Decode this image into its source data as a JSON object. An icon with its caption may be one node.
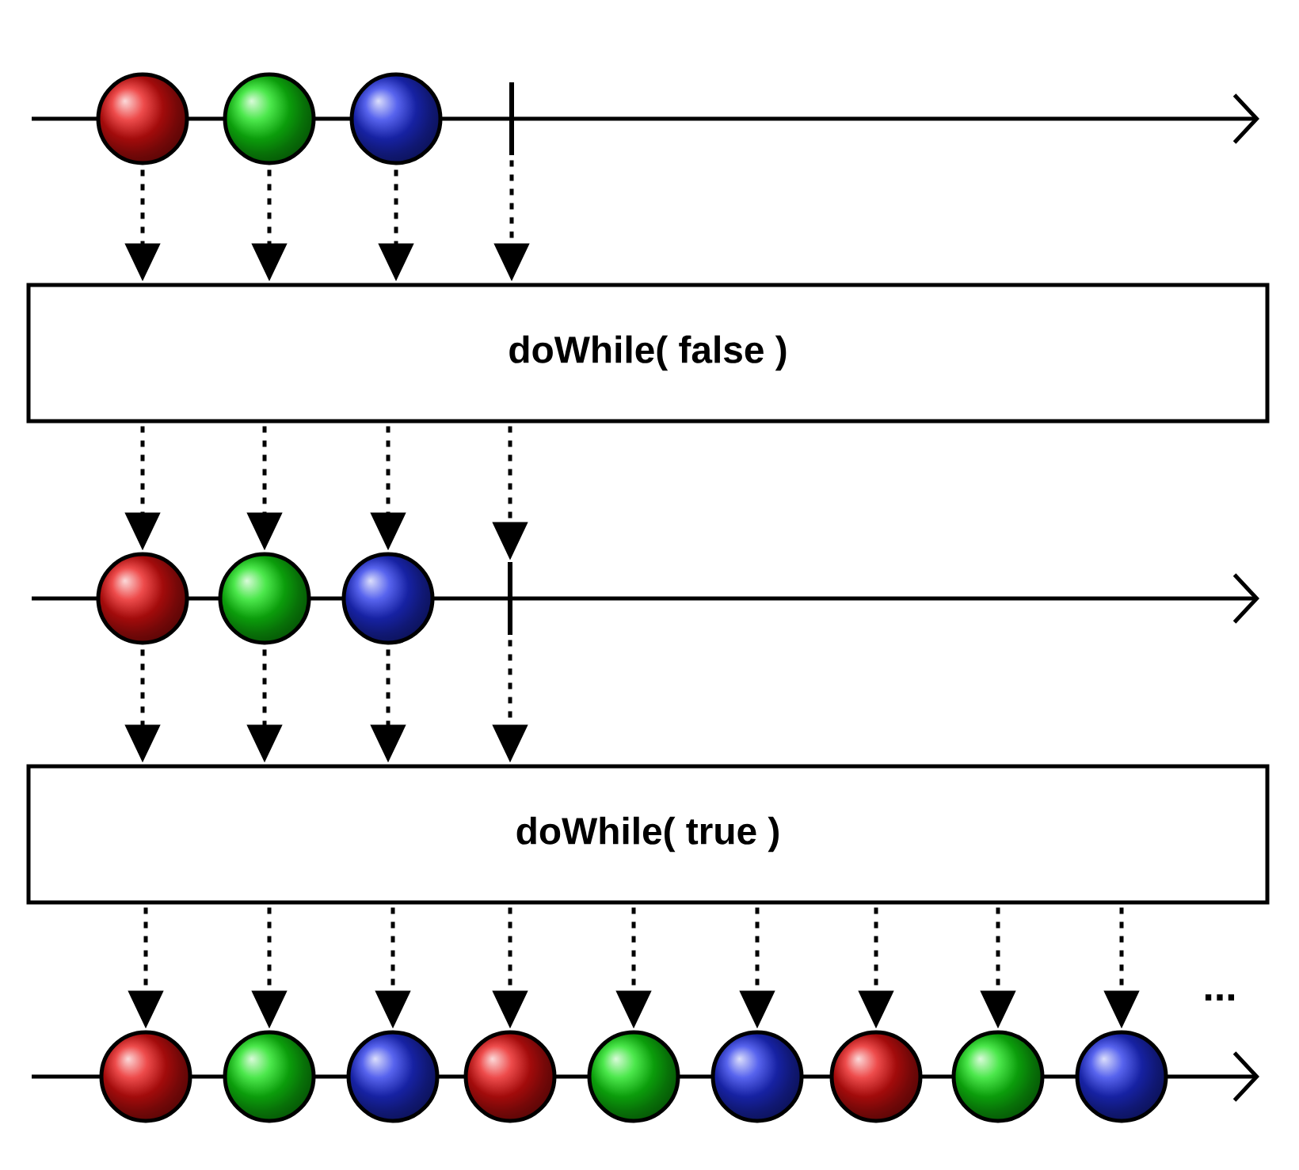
{
  "diagram": {
    "nodes": [
      {
        "text": [],
        "shape": "circle"
      },
      {
        "text": [],
        "shape": "circle"
      },
      {
        "text": [],
        "shape": "circle"
      },
      {
        "text": [],
        "shape": "bar"
      },
      {
        "text": [
          "doWhile( false )"
        ]
      },
      {
        "text": [],
        "shape": "circle"
      },
      {
        "text": [],
        "shape": "circle"
      },
      {
        "text": [],
        "shape": "circle"
      },
      {
        "text": [],
        "shape": "bar"
      },
      {
        "text": [
          "doWhile( true )"
        ]
      },
      {
        "text": [],
        "shape": "circle"
      },
      {
        "text": [],
        "shape": "circle"
      },
      {
        "text": [],
        "shape": "circle"
      },
      {
        "text": [],
        "shape": "circle"
      },
      {
        "text": [],
        "shape": "circle"
      },
      {
        "text": [],
        "shape": "circle"
      },
      {
        "text": [],
        "shape": "circle"
      },
      {
        "text": [],
        "shape": "circle"
      },
      {
        "text": [],
        "shape": "circle"
      }
    ],
    "edges": [
      {
        "from": 0,
        "to": 4,
        "arrow": "to",
        "style": "dashed"
      },
      {
        "from": 1,
        "to": 4,
        "arrow": "to",
        "style": "dashed"
      },
      {
        "from": 2,
        "to": 4,
        "arrow": "to",
        "style": "dashed"
      },
      {
        "from": 3,
        "to": 4,
        "arrow": "to",
        "style": "dashed"
      },
      {
        "from": 4,
        "to": 5,
        "arrow": "to",
        "style": "dashed"
      },
      {
        "from": 4,
        "to": 6,
        "arrow": "to",
        "style": "dashed"
      },
      {
        "from": 4,
        "to": 7,
        "arrow": "to",
        "style": "dashed"
      },
      {
        "from": 4,
        "to": 8,
        "arrow": "to",
        "style": "dashed"
      },
      {
        "from": 5,
        "to": 9,
        "arrow": "to",
        "style": "dashed"
      },
      {
        "from": 6,
        "to": 9,
        "arrow": "to",
        "style": "dashed"
      },
      {
        "from": 7,
        "to": 9,
        "arrow": "to",
        "style": "dashed"
      },
      {
        "from": 8,
        "to": 9,
        "arrow": "to",
        "style": "dashed"
      },
      {
        "from": 9,
        "to": 10,
        "arrow": "to",
        "style": "dashed"
      },
      {
        "from": 9,
        "to": 11,
        "arrow": "to",
        "style": "dashed"
      },
      {
        "from": 9,
        "to": 12,
        "arrow": "to",
        "style": "dashed"
      },
      {
        "from": 9,
        "to": 13,
        "arrow": "to",
        "style": "dashed"
      },
      {
        "from": 9,
        "to": 14,
        "arrow": "to",
        "style": "dashed"
      },
      {
        "from": 9,
        "to": 15,
        "arrow": "to",
        "style": "dashed"
      },
      {
        "from": 9,
        "to": 16,
        "arrow": "to",
        "style": "dashed"
      },
      {
        "from": 9,
        "to": 17,
        "arrow": "to",
        "style": "dashed"
      },
      {
        "from": 9,
        "to": 18,
        "arrow": "to",
        "style": "dashed"
      }
    ],
    "labels": [
      "..."
    ]
  }
}
